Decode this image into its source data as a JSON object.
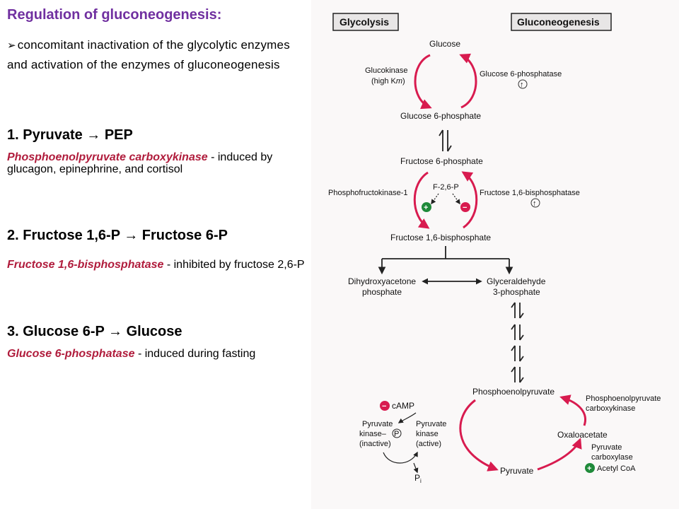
{
  "left": {
    "title": "Regulation of gluconeogenesis:",
    "intro": "concomitant inactivation of the glycolytic enzymes and activation of the enzymes of gluconeogenesis",
    "steps": [
      {
        "heading": "1. Pyruvate → PEP",
        "enzyme": "Phosphoenolpyruvate carboxykinase",
        "desc": " - induced by glucagon, epinephrine, and cortisol"
      },
      {
        "heading": "2. Fructose 1,6-P → Fructose 6-P",
        "enzyme": "Fructose 1,6-bisphosphatase",
        "desc": " - inhibited by fructose 2,6-P"
      },
      {
        "heading": "3. Glucose 6-P → Glucose",
        "enzyme": "Glucose 6-phosphatase",
        "desc": " - induced during fasting"
      }
    ]
  },
  "diagram": {
    "header_left": "Glycolysis",
    "header_right": "Gluconeogenesis",
    "glucose": "Glucose",
    "glucokinase_1": "Glucokinase",
    "glucokinase_2": "(high K",
    "glucokinase_m": "m",
    "glucokinase_3": ")",
    "g6pase": "Glucose 6-phosphatase",
    "g6p": "Glucose 6-phosphate",
    "f6p": "Fructose 6-phosphate",
    "f26p": "F-2,6-P",
    "pfk1": "Phosphofructokinase-1",
    "fbpase": "Fructose 1,6-bisphosphatase",
    "f16bp": "Fructose 1,6-bisphosphate",
    "dhap_1": "Dihydroxyacetone",
    "dhap_2": "phosphate",
    "gap_1": "Glyceraldehyde",
    "gap_2": "3-phosphate",
    "pep": "Phosphoenolpyruvate",
    "pepck_1": "Phosphoenolpyruvate",
    "pepck_2": "carboxykinase",
    "camp": "cAMP",
    "pk_inactive_1": "Pyruvate",
    "pk_inactive_2": "kinase–",
    "pk_inactive_3": "(inactive)",
    "pk_p": "P",
    "pk_active_1": "Pyruvate",
    "pk_active_2": "kinase",
    "pk_active_3": "(active)",
    "oxaloacetate": "Oxaloacetate",
    "pc_1": "Pyruvate",
    "pc_2": "carboxylase",
    "acetyl_coa": "Acetyl CoA",
    "pyruvate": "Pyruvate",
    "pi": "P",
    "pi_sub": "i",
    "plus": "+",
    "minus": "−",
    "up_arrow": "↑"
  },
  "colors": {
    "title": "#7030a0",
    "enzyme": "#b01c3c",
    "arc": "#d81b4f",
    "plus": "#1f8a3a",
    "minus": "#d81b4f"
  }
}
